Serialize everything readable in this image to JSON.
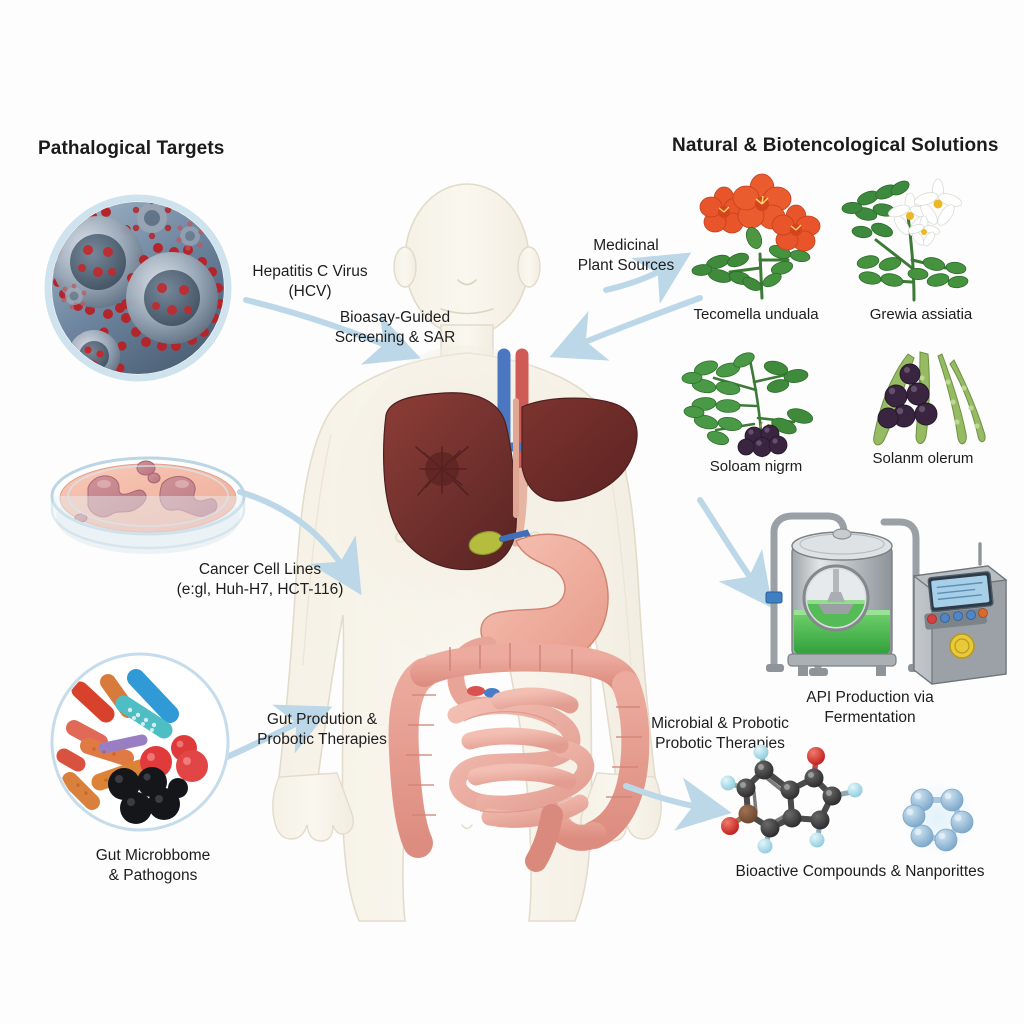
{
  "headers": {
    "left": "Pathalogical Targets",
    "right": "Natural & Biotencological Solutions"
  },
  "left_items": [
    {
      "id": "hcv",
      "label_line1": "Hepatitis C Virus",
      "label_line2": "(HCV)",
      "icon": "virus-circle-icon"
    },
    {
      "id": "cancer",
      "label_line1": "Cancer Cell Lines",
      "label_line2": "(e:gl, Huh-H7, HCT-116)",
      "icon": "petri-dish-icon"
    },
    {
      "id": "microbiome",
      "label_line1": "Gut Microbbome",
      "label_line2": "& Pathogons",
      "icon": "bacteria-circle-icon"
    }
  ],
  "process_labels": {
    "bioassay_line1": "Bioasay-Guided",
    "bioassay_line2": "Screening & SAR",
    "gut_line1": "Gut Prodution &",
    "gut_line2": "Probotic Therapies",
    "medicinal_line1": "Medicinal",
    "medicinal_line2": "Plant Sources",
    "microbial_line1": "Microbial & Probotic",
    "microbial_line2": "Probotic Therapies"
  },
  "plants": [
    {
      "id": "tecomella",
      "name": "Tecomella unduala",
      "flower_color": "#e8552a",
      "leaf_color": "#3f8a3b"
    },
    {
      "id": "grewia",
      "name": "Grewia assiatia",
      "flower_color": "#ffffff",
      "leaf_color": "#3d8a3e"
    },
    {
      "id": "solanum-nigrum",
      "name": "Soloam nigrm",
      "berry_color": "#3a2540",
      "leaf_color": "#4a9947"
    },
    {
      "id": "solanum-olerum",
      "name": "Solanm olerum",
      "berry_color": "#3a2540",
      "leaf_color": "#8fb35a"
    }
  ],
  "right_items": [
    {
      "id": "fermentation",
      "label_line1": "API Production via",
      "label_line2": "Fermentation",
      "icon": "bioreactor-icon"
    },
    {
      "id": "compounds",
      "label_line1": "Bioactive Compounds & Nanporittes",
      "label_line2": "",
      "icon": "molecule-icon"
    }
  ],
  "colors": {
    "arrow": "#bcd8e8",
    "body_fill": "#f7f3ea",
    "body_stroke": "#e0d9c8",
    "liver": "#7a3431",
    "liver_dark": "#5e2424",
    "stomach": "#f0aa9a",
    "intestine": "#e59a8e",
    "artery": "#d84a4a",
    "vein": "#4a77c0",
    "gallbladder": "#b2bb3c",
    "virus_bg_1": "#8ba3b8",
    "virus_bg_2": "#4a6076",
    "virus_spike": "#b3252a",
    "petri_agar": "#f3b9a6",
    "colony": "#c07f82",
    "circle_ring": "#c6dceb",
    "reactor_metal": "#b9bec2",
    "reactor_liquid": "#4caf50",
    "reactor_screen": "#a8cfe8",
    "mol_carbon": "#3a3a3a",
    "mol_oxygen": "#d32020",
    "mol_hydrogen": "#a8dce8",
    "nano": "#8fb8d6"
  }
}
